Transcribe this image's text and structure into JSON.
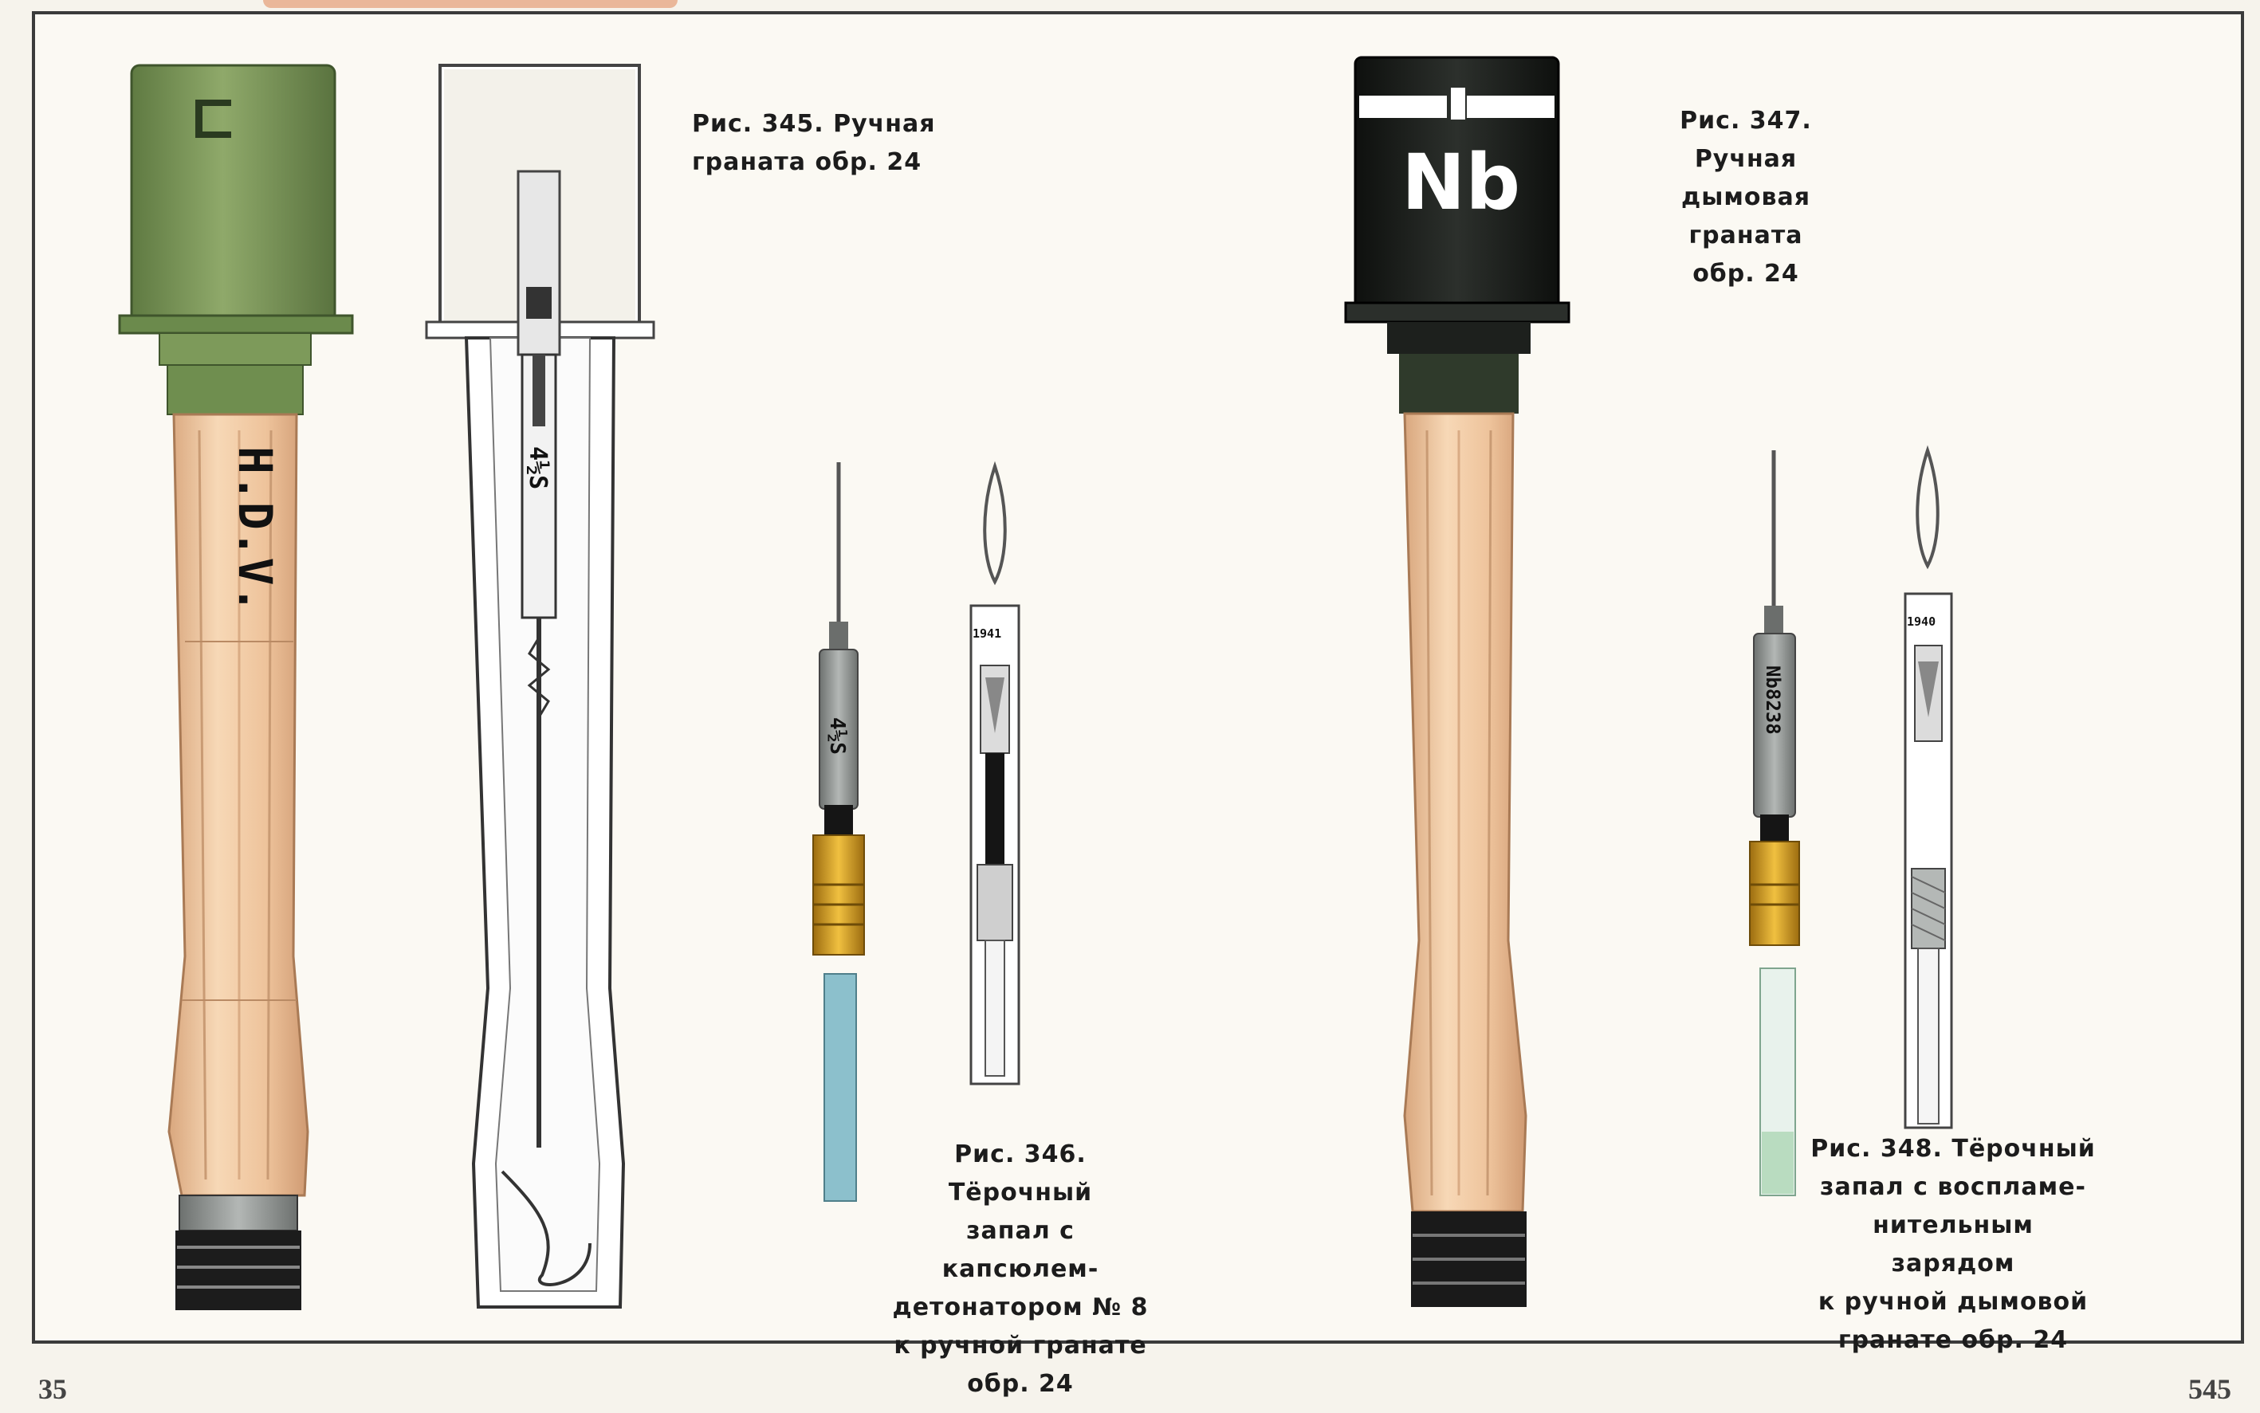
{
  "captions": {
    "fig345": {
      "line1": "Рис. 345. Ручная",
      "line2": "граната обр. 24"
    },
    "fig346": {
      "line1": "Рис. 346. Тёрочный",
      "line2": "запал с капсюлем-",
      "line3": "детонатором № 8",
      "line4": "к ручной гранате",
      "line5": "обр. 24"
    },
    "fig347": {
      "line1": "Рис. 347. Ручная",
      "line2": "дымовая граната",
      "line3": "обр. 24"
    },
    "fig348": {
      "line1": "Рис. 348. Тёрочный",
      "line2": "запал с воспламе-",
      "line3": "нительным зарядом",
      "line4": "к ручной дымовой",
      "line5": "гранате обр. 24"
    }
  },
  "markings": {
    "grenade345_handle": "H.D.V.",
    "grenade345_section_fuze": "4½S",
    "fuze346_label": "4½S",
    "fuze346_year": "1941",
    "grenade347_head": "Nb",
    "fuze348_label": "Nb8238",
    "fuze348_year": "1940"
  },
  "page_numbers": {
    "left": "35",
    "right": "545"
  },
  "colors": {
    "olive": "#7d9a5a",
    "wood": "#efc9a4",
    "black_head": "#1b1d1b",
    "brass": "#d6a224",
    "blue_detonator": "#8cc0cc",
    "green_charge": "#b9dcc0"
  }
}
